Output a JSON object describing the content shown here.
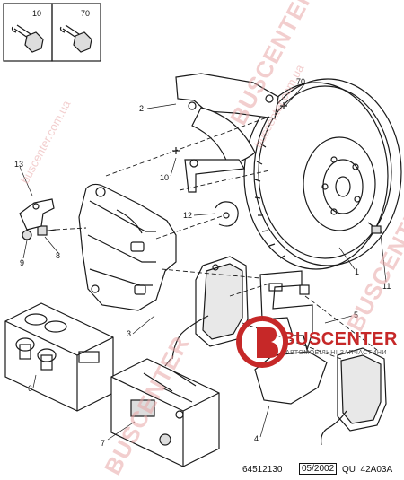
{
  "kits": [
    {
      "ref": "10"
    },
    {
      "ref": "70"
    }
  ],
  "parts": [
    {
      "ref": "1"
    },
    {
      "ref": "2"
    },
    {
      "ref": "3"
    },
    {
      "ref": "4"
    },
    {
      "ref": "5"
    },
    {
      "ref": "6"
    },
    {
      "ref": "7"
    },
    {
      "ref": "8"
    },
    {
      "ref": "9"
    },
    {
      "ref": "10"
    },
    {
      "ref": "11"
    },
    {
      "ref": "12"
    },
    {
      "ref": "13"
    },
    {
      "ref": "70"
    }
  ],
  "footer": {
    "drawing_code": "64512130",
    "date": "05/2002",
    "revision": "QU  42A03A"
  },
  "watermark": {
    "brand": "BUSCENTER",
    "domain": "buscenter.com.ua"
  },
  "logo": {
    "name": "BUSCENTER",
    "tagline": "АВТОМОБІЛЬНІ ЗАПЧАСТИНИ"
  },
  "colors": {
    "line": "#1a1a1a",
    "watermark": "#e9a7a7",
    "logo_red": "#c62828"
  }
}
